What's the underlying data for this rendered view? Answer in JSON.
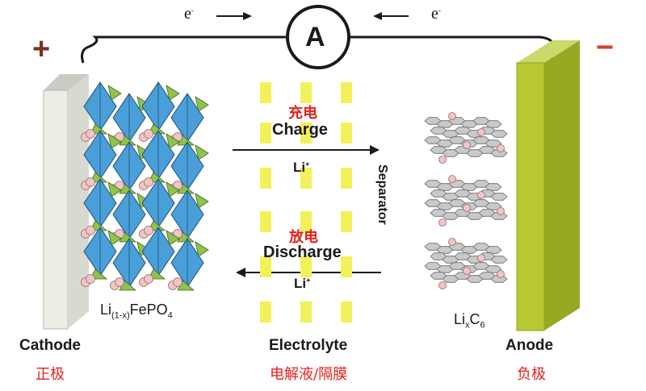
{
  "circuit": {
    "electron_left": "e",
    "electron_right": "e",
    "electron_charge": "-",
    "ammeter": "A",
    "plus_sign": "+",
    "minus_sign": "−"
  },
  "cathode": {
    "label": "Cathode",
    "label_cn": "正极",
    "formula_base": "Li",
    "formula_sub": "(1-x)",
    "formula_rest": "FePO",
    "formula_sub2": "4"
  },
  "anode": {
    "label": "Anode",
    "label_cn": "负极",
    "formula_base": "Li",
    "formula_sub": "x",
    "formula_rest": "C",
    "formula_sub2": "6"
  },
  "middle": {
    "charge_cn": "充电",
    "charge": "Charge",
    "discharge_cn": "放电",
    "discharge": "Discharge",
    "ion": "Li",
    "ion_charge": "+",
    "separator": "Separator",
    "electrolyte": "Electrolyte",
    "electrolyte_cn": "电解液/隔膜"
  },
  "colors": {
    "octahedron": "#4a9fd8",
    "tetrahedron": "#8fc34a",
    "lithium": "#f1c5c5",
    "anode_plate": "#b8c934",
    "separator_dots": "#f3f15a",
    "chinese_text": "#e8201c"
  }
}
